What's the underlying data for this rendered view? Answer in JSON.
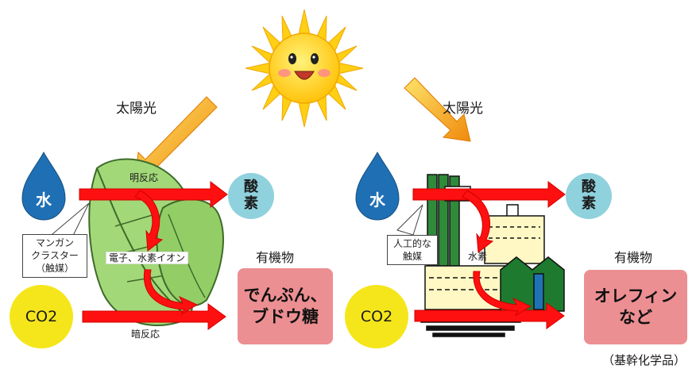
{
  "sunlight_left": "太陽光",
  "sunlight_right": "太陽光",
  "left": {
    "water": "水",
    "light_reaction": "明反応",
    "oxygen": "酸\n素",
    "catalyst": "マンガン\nクラスター\n（触媒）",
    "electrons": "電子、水素イオン",
    "organic_heading": "有機物",
    "product": "でんぷん、\nブドウ糖",
    "co2": "CO2",
    "dark_reaction": "暗反応"
  },
  "right": {
    "water": "水",
    "oxygen": "酸\n素",
    "catalyst": "人工的な\n触媒",
    "hydrogen": "水素",
    "organic_heading": "有機物",
    "product": "オレフィン\nなど",
    "co2": "CO2",
    "footnote": "（基幹化学品）"
  },
  "colors": {
    "water_drop": "#1f6fb5",
    "oxygen_circle": "#8fd1dd",
    "co2_circle": "#f5e61c",
    "product_box": "#ec8f92",
    "red_arrow": "#ff1010",
    "sun_arrow": "#f6a11c",
    "leaf": "#9ed36f",
    "sun": "#ffd21a"
  }
}
